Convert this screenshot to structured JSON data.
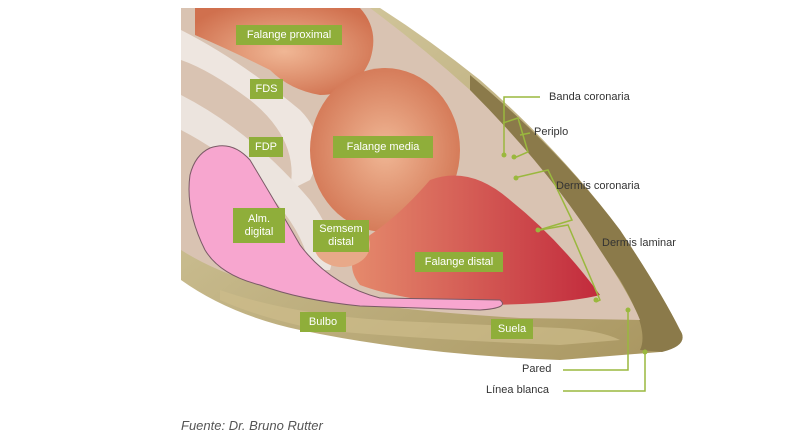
{
  "labels": {
    "falange_proximal": "Falange proximal",
    "fds": "FDS",
    "fdp": "FDP",
    "falange_media": "Falange media",
    "alm_digital": "Alm.\ndigital",
    "semsem_distal": "Semsem\ndistal",
    "falange_distal": "Falange distal",
    "bulbo": "Bulbo",
    "suela": "Suela"
  },
  "callouts": {
    "banda_coronaria": "Banda coronaria",
    "periplo": "Periplo",
    "dermis_coronaria": "Dermis coronaria",
    "dermis_laminar": "Dermis laminar",
    "pared": "Pared",
    "linea_blanca": "Línea blanca"
  },
  "caption": "Fuente: Dr. Bruno Rutter",
  "colors": {
    "tag_green": "#8fae3a",
    "leader_green": "#9ab83e",
    "bone": "#e8a07a",
    "pink_cushion": "#f7a6cf",
    "hoof": "#bfae7e"
  }
}
